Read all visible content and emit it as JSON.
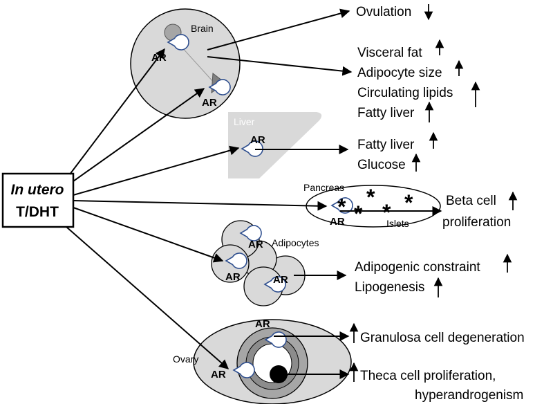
{
  "source": {
    "line1": "In utero",
    "line2": "T/DHT"
  },
  "receptor_label": "AR",
  "organs": {
    "brain": "Brain",
    "liver": "Liver",
    "pancreas": "Pancreas",
    "islets": "Islets",
    "adipocytes": "Adipocytes",
    "ovary": "Ovary"
  },
  "effects": {
    "ovulation": "Ovulation",
    "visceral_fat": "Visceral fat",
    "adipocyte_size": "Adipocyte size",
    "circulating_lipids": "Circulating lipids",
    "fatty_liver_brain": "Fatty liver",
    "fatty_liver_liver": "Fatty liver",
    "glucose": "Glucose",
    "beta_cell_1": "Beta cell",
    "beta_cell_2": "proliferation",
    "adipogenic": "Adipogenic constraint",
    "lipogenesis": "Lipogenesis",
    "granulosa": "Granulosa cell degeneration",
    "theca_1": "Theca cell proliferation,",
    "theca_2": "hyperandrogenism"
  },
  "directions": {
    "ovulation": "down",
    "visceral_fat": "up",
    "adipocyte_size": "up",
    "circulating_lipids": "up",
    "fatty_liver_brain": "up",
    "fatty_liver_liver": "up",
    "glucose": "up",
    "beta_cell": "up",
    "adipogenic": "up",
    "lipogenesis": "up",
    "granulosa": "up",
    "theca": "up"
  },
  "colors": {
    "organ_fill": "#d9d9d9",
    "liver_fill": "#d9d9d9",
    "line": "#000000",
    "receptor": "#ffffff",
    "receptor_edge": "#2f4f8f"
  }
}
